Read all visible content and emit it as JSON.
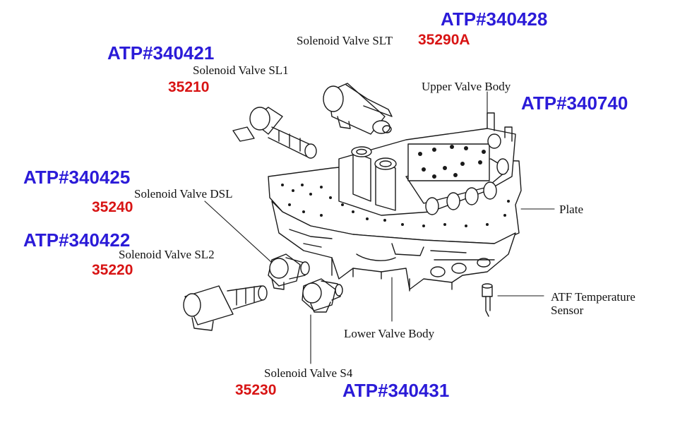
{
  "diagram": {
    "parts": [
      {
        "key": "slt",
        "label": "Solenoid Valve SLT",
        "part_number": "35290A",
        "atp": "ATP#340428"
      },
      {
        "key": "sl1",
        "label": "Solenoid Valve SL1",
        "part_number": "35210",
        "atp": "ATP#340421"
      },
      {
        "key": "dsl",
        "label": "Solenoid Valve DSL",
        "part_number": "35240",
        "atp": "ATP#340425"
      },
      {
        "key": "sl2",
        "label": "Solenoid Valve SL2",
        "part_number": "35220",
        "atp": "ATP#340422"
      },
      {
        "key": "s4",
        "label": "Solenoid Valve S4",
        "part_number": "35230",
        "atp": "ATP#340431"
      },
      {
        "key": "upper",
        "label": "Upper Valve Body",
        "atp": "ATP#340740"
      },
      {
        "key": "plate",
        "label": "Plate"
      },
      {
        "key": "lower",
        "label": "Lower Valve Body"
      },
      {
        "key": "atf",
        "label": "ATF Temperature Sensor"
      }
    ],
    "colors": {
      "atp": "#2b1bd8",
      "part_number": "#d81414",
      "linework": "#1a1a1a"
    }
  }
}
